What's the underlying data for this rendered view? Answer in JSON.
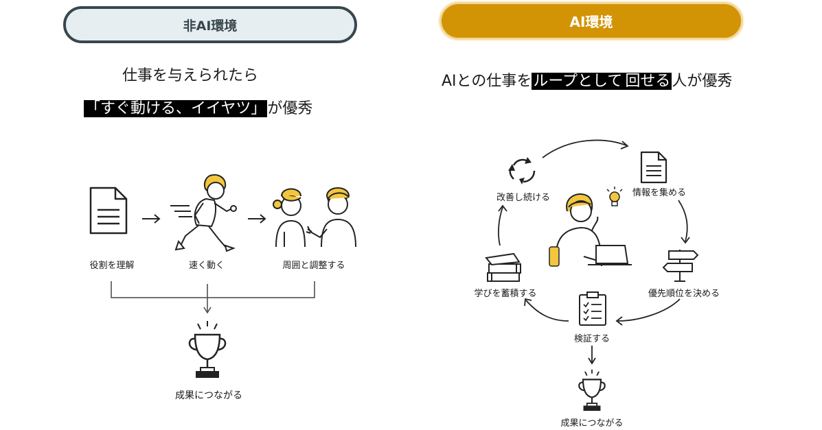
{
  "left": {
    "badge": "非AI環境",
    "heading_line1": "仕事を与えられたら",
    "heading_line2_highlight": "「すぐ動ける、イイヤツ」",
    "heading_line2_rest": "が優秀",
    "steps": [
      "役割を理解",
      "速く動く",
      "周囲と調整する"
    ],
    "result": "成果につながる"
  },
  "right": {
    "badge": "AI環境",
    "heading_pre": "AIとの仕事を",
    "heading_highlight1": "ループとして",
    "heading_highlight2": "回せる",
    "heading_post": "人が優秀",
    "cycle": {
      "collect": "情報を集める",
      "prioritize": "優先順位を決める",
      "verify": "検証する",
      "accumulate": "学びを蓄積する",
      "improve": "改善し続ける"
    },
    "result": "成果につながる"
  },
  "colors": {
    "left_badge_bg": "#e6eef2",
    "left_badge_border": "#38474d",
    "right_badge_bg": "#d29405",
    "accent_yellow": "#f0c419"
  }
}
